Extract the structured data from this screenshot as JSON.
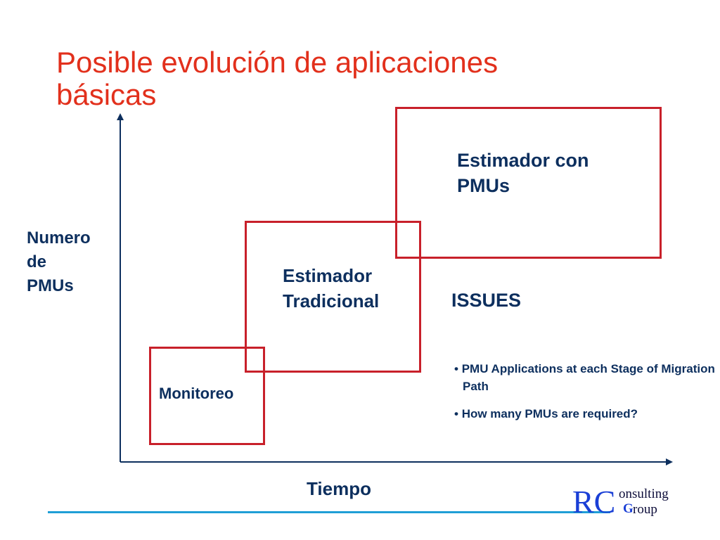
{
  "slide": {
    "title_line1": "Posible evolución de aplicaciones",
    "title_line2": "básicas"
  },
  "axes": {
    "y_label_lines": [
      "Numero",
      "de",
      "PMUs"
    ],
    "x_label": "Tiempo"
  },
  "stages": [
    {
      "label_lines": [
        "Monitoreo"
      ]
    },
    {
      "label_lines": [
        "Estimador",
        "Tradicional"
      ]
    },
    {
      "label_lines": [
        "Estimador con",
        "PMUs"
      ]
    }
  ],
  "issues": {
    "heading": "ISSUES",
    "bullet_char": "•",
    "items": [
      "PMU Applications at each Stage of Migration Path",
      "How many PMUs are required?"
    ]
  },
  "logo": {
    "initials": "RC",
    "word1_rest": "onsulting",
    "word2_initial": "G",
    "word2_rest": "roup"
  },
  "colors": {
    "title": "#e2301c",
    "box_border": "#c8202a",
    "text": "#0d2f5e",
    "axis": "#0d2f5e",
    "footer_line": "#1f9fd6",
    "logo_blue": "#1a3fd6"
  }
}
